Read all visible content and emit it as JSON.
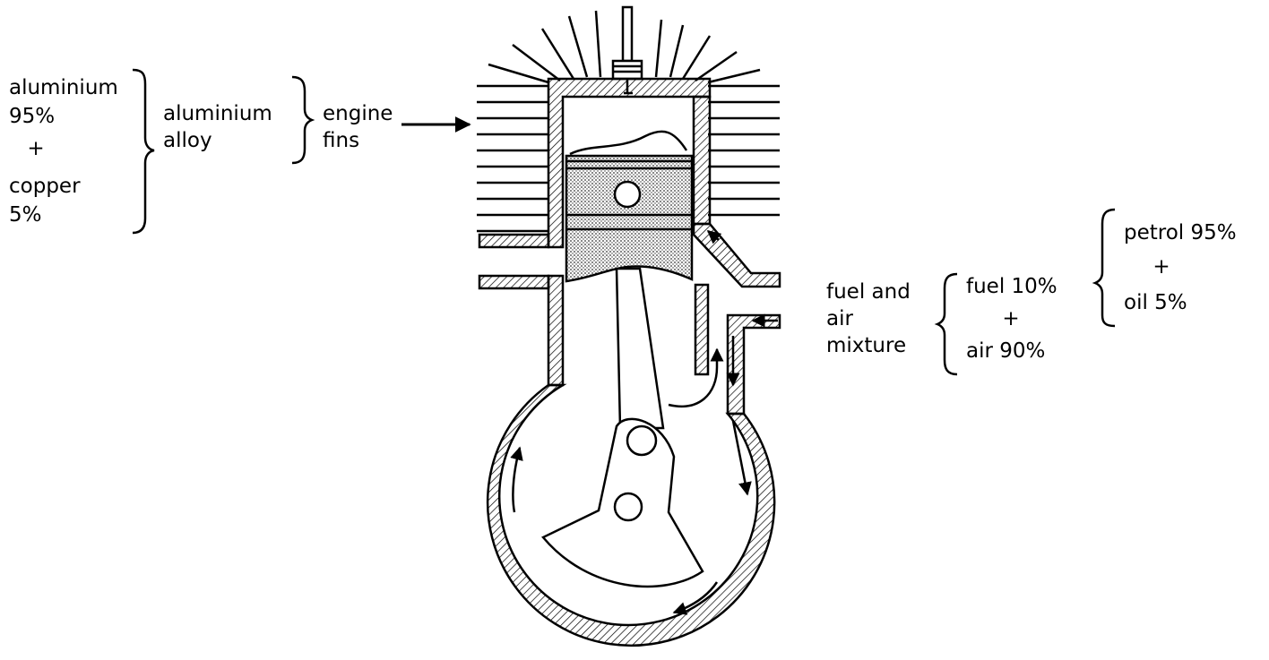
{
  "left_labels": {
    "composition": {
      "line1": "aluminium",
      "line2": "95%",
      "plus": "+",
      "line3": "copper",
      "line4": "5%"
    },
    "alloy": {
      "line1": "aluminium",
      "line2": "alloy"
    },
    "part": {
      "line1": "engine",
      "line2": "fins"
    }
  },
  "right_labels": {
    "mixture": {
      "line1": "fuel and",
      "line2": "air",
      "line3": "mixture"
    },
    "ratio": {
      "line1": "fuel 10%",
      "plus": "+",
      "line2": "air 90%"
    },
    "fuel": {
      "line1": "petrol 95%",
      "plus": "+",
      "line2": "oil 5%"
    }
  },
  "colors": {
    "ink": "#000000",
    "background": "#ffffff",
    "shading": "#555555"
  }
}
